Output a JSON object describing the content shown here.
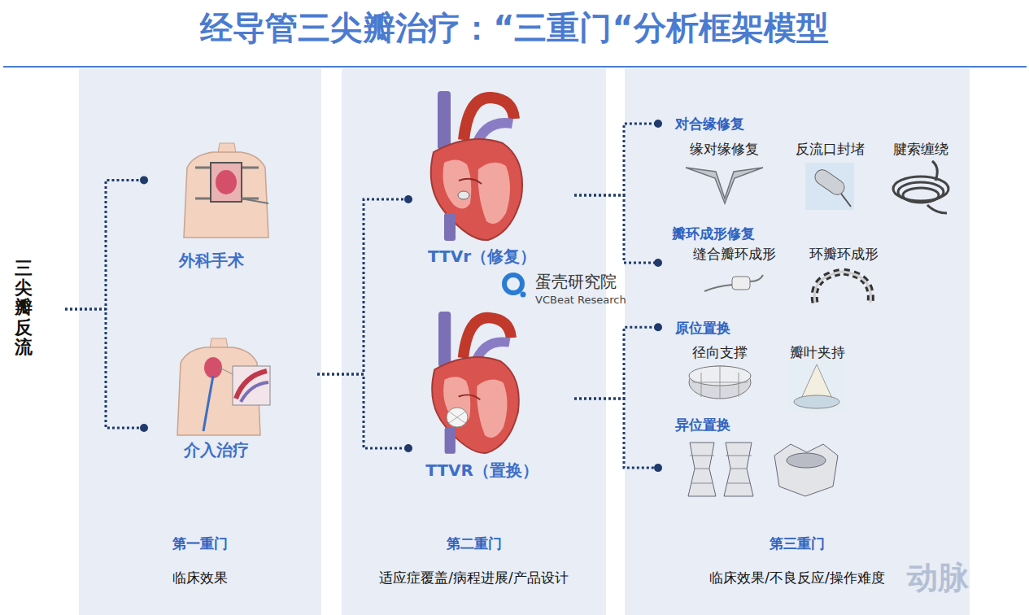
{
  "diagram": {
    "title": "经导管三尖瓣治疗：“三重门“分析框架模型",
    "nodes": [
      {
        "text": [
          "三尖瓣反流"
        ]
      },
      {
        "text": [
          "第一重门",
          "临床效果"
        ]
      },
      {
        "text": [
          "外科手术"
        ],
        "in": 1
      },
      {
        "text": [
          "介入治疗"
        ],
        "in": 1
      },
      {
        "text": [
          "第二重门",
          "适应症覆盖/病程进展/产品设计"
        ]
      },
      {
        "text": [
          "TTVr（修复）"
        ],
        "in": 4
      },
      {
        "text": [
          "TTVR（置换）"
        ],
        "in": 4
      },
      {
        "text": [
          "第三重门",
          "临床效果/不良反应/操作难度"
        ]
      },
      {
        "text": [
          "对合缘修复"
        ],
        "in": 7
      },
      {
        "text": [
          "缘对缘修复"
        ],
        "in": 8
      },
      {
        "text": [
          "反流口封堵"
        ],
        "in": 8
      },
      {
        "text": [
          "腱索缠绕"
        ],
        "in": 8
      },
      {
        "text": [
          "瓣环成形修复"
        ],
        "in": 7
      },
      {
        "text": [
          "缝合瓣环成形"
        ],
        "in": 12
      },
      {
        "text": [
          "环瓣环成形"
        ],
        "in": 12
      },
      {
        "text": [
          "原位置换"
        ],
        "in": 7
      },
      {
        "text": [
          "径向支撑"
        ],
        "in": 15
      },
      {
        "text": [
          "瓣叶夹持"
        ],
        "in": 15
      },
      {
        "text": [
          "异位置换"
        ],
        "in": 7
      }
    ],
    "edges": [
      {
        "from": 0,
        "to": 2,
        "arrow": "none"
      },
      {
        "from": 0,
        "to": 3,
        "arrow": "none"
      },
      {
        "from": 3,
        "to": 5,
        "arrow": "none"
      },
      {
        "from": 3,
        "to": 6,
        "arrow": "none"
      },
      {
        "from": 5,
        "to": 8,
        "arrow": "none"
      },
      {
        "from": 5,
        "to": 12,
        "arrow": "none"
      },
      {
        "from": 6,
        "to": 15,
        "arrow": "none"
      },
      {
        "from": 6,
        "to": 18,
        "arrow": "none"
      }
    ],
    "labels": [
      "蛋壳研究院",
      "VCBeat Research",
      "动脉"
    ]
  }
}
